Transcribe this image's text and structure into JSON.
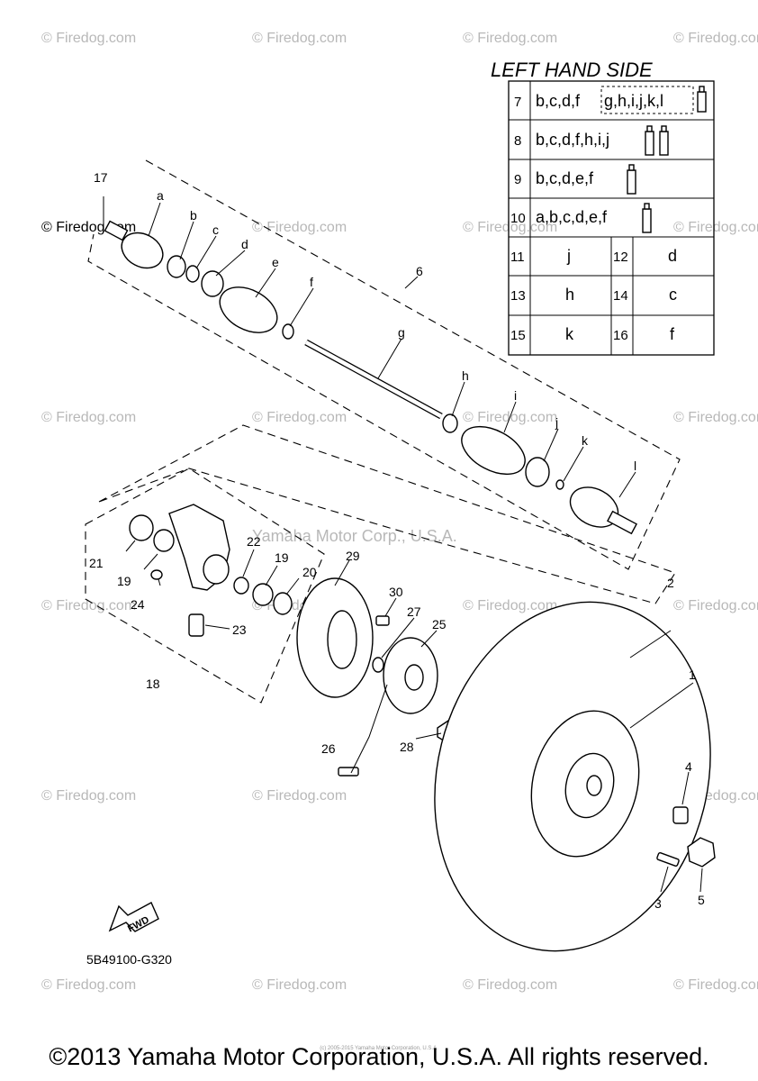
{
  "watermark": "© Firedog.com",
  "watermark_center": "Yamaha Motor Corp., U.S.A.",
  "title": "LEFT HAND SIDE",
  "table": {
    "kits": [
      {
        "num": "7",
        "parts": "b,c,d,f",
        "boxed": "g,h,i,j,k,l"
      },
      {
        "num": "8",
        "parts": "b,c,d,f,h,i,j",
        "boxed": ""
      },
      {
        "num": "9",
        "parts": "b,c,d,e,f",
        "boxed": ""
      },
      {
        "num": "10",
        "parts": "a,b,c,d,e,f",
        "boxed": ""
      }
    ],
    "pairs": [
      {
        "n1": "11",
        "v1": "j",
        "n2": "12",
        "v2": "d"
      },
      {
        "n1": "13",
        "v1": "h",
        "n2": "14",
        "v2": "c"
      },
      {
        "n1": "15",
        "v1": "k",
        "n2": "16",
        "v2": "f"
      }
    ]
  },
  "callouts": {
    "n17": "17",
    "la": "a",
    "lb": "b",
    "lc": "c",
    "ld": "d",
    "le": "e",
    "lf": "f",
    "n6": "6",
    "lg": "g",
    "lh": "h",
    "li": "i",
    "lj": "j",
    "lk": "k",
    "ll": "l",
    "n21": "21",
    "n19a": "19",
    "n24": "24",
    "n22": "22",
    "n19b": "19",
    "n20": "20",
    "n23": "23",
    "n18": "18",
    "n29": "29",
    "n30": "30",
    "n27": "27",
    "n25": "25",
    "n26": "26",
    "n28": "28",
    "n2": "2",
    "n1": "1",
    "n4": "4",
    "n3": "3",
    "n5": "5"
  },
  "fwd": "FWD",
  "code": "5B49100-G320",
  "tiny_text": "(c) 2005-2015 Yamaha Motor Corporation, U.S.A.",
  "copyright": "©2013 Yamaha Motor Corporation, U.S.A. All rights reserved."
}
